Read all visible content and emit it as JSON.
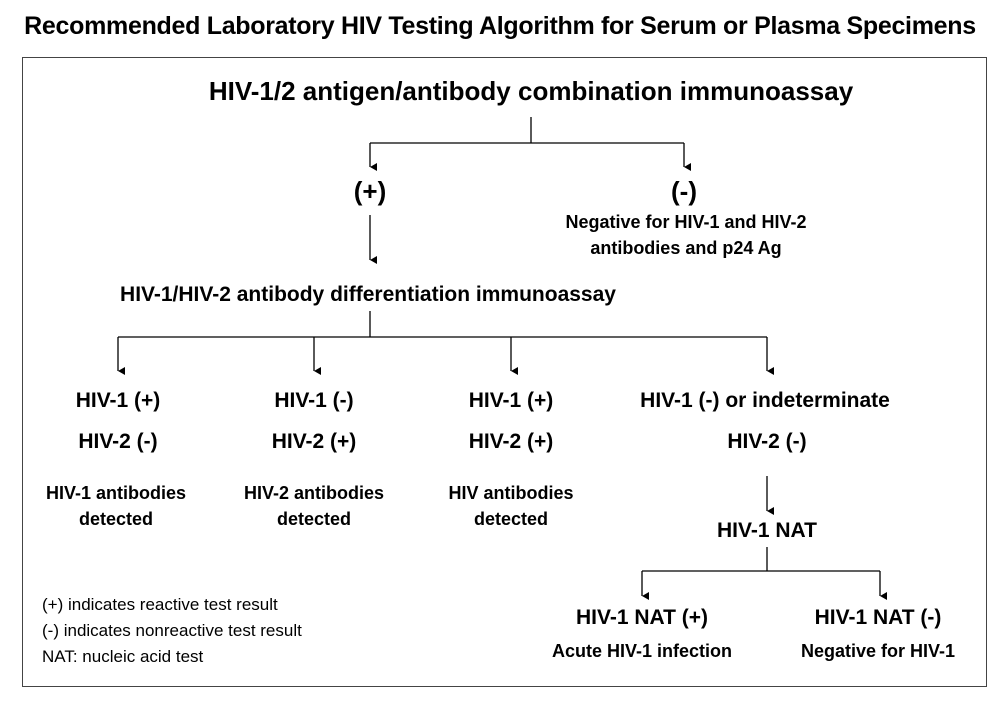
{
  "title": "Recommended Laboratory HIV Testing Algorithm for Serum or Plasma Specimens",
  "root": "HIV-1/2 antigen/antibody combination immunoassay",
  "positive": {
    "label": "(+)",
    "next": "HIV-1/HIV-2 antibody differentiation immunoassay"
  },
  "negative": {
    "label": "(-)",
    "desc_line1": "Negative for HIV-1 and HIV-2",
    "desc_line2": "antibodies and p24 Ag"
  },
  "outcomes": [
    {
      "hiv1": "HIV-1 (+)",
      "hiv2": "HIV-2 (-)",
      "desc_line1": "HIV-1 antibodies",
      "desc_line2": "detected"
    },
    {
      "hiv1": "HIV-1 (-)",
      "hiv2": "HIV-2 (+)",
      "desc_line1": "HIV-2 antibodies",
      "desc_line2": "detected"
    },
    {
      "hiv1": "HIV-1 (+)",
      "hiv2": "HIV-2 (+)",
      "desc_line1": "HIV antibodies",
      "desc_line2": "detected"
    },
    {
      "hiv1": "HIV-1 (-) or indeterminate",
      "hiv2": "HIV-2 (-)"
    }
  ],
  "nat": {
    "label": "HIV-1 NAT",
    "positive": {
      "label": "HIV-1 NAT (+)",
      "desc": "Acute HIV-1 infection"
    },
    "negative": {
      "label": "HIV-1 NAT (-)",
      "desc": "Negative for HIV-1"
    }
  },
  "legend": [
    "(+) indicates reactive test result",
    "(-) indicates nonreactive test result",
    "NAT: nucleic acid test"
  ]
}
